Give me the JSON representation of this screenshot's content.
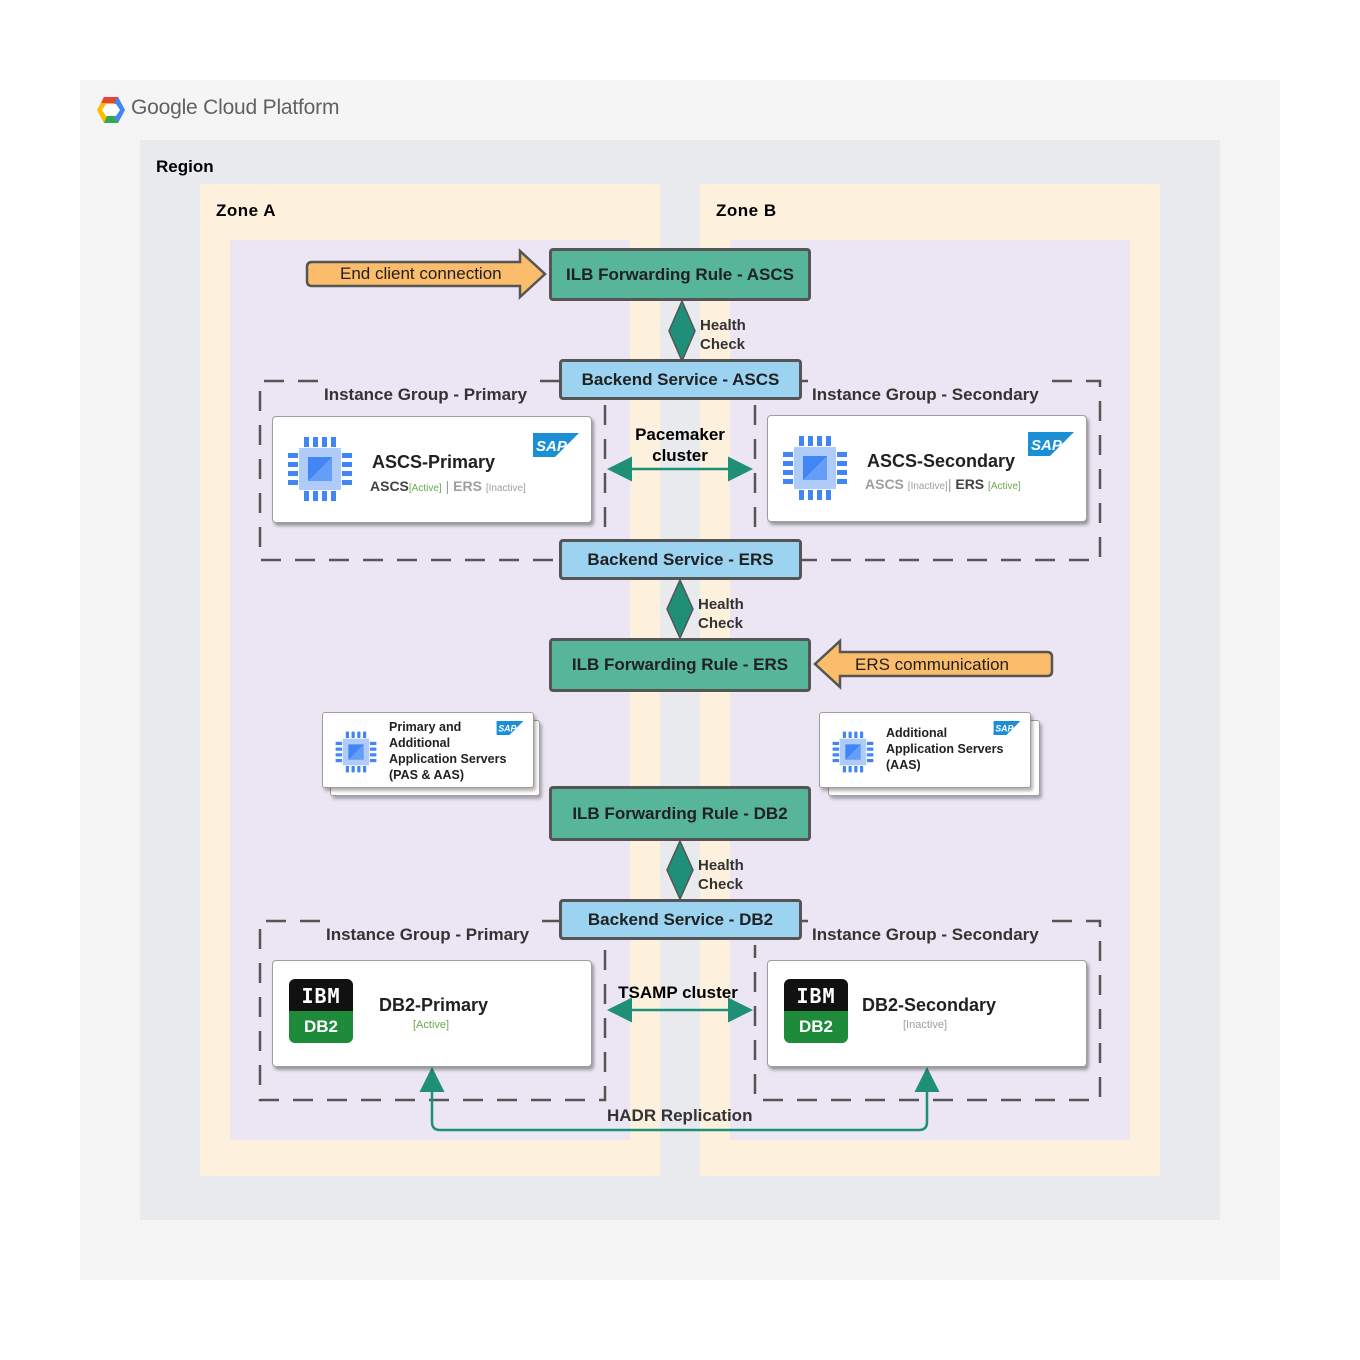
{
  "header": {
    "title": "Google Cloud Platform"
  },
  "region_label": "Region",
  "zones": {
    "a": "Zone  A",
    "b": "Zone  B"
  },
  "ascs": {
    "client_arrow": "End client connection",
    "ilb": "ILB Forwarding Rule - ASCS",
    "health_check": [
      "Health",
      "Check"
    ],
    "backend": "Backend Service - ASCS",
    "ig_primary": "Instance Group - Primary",
    "ig_secondary": "Instance Group - Secondary",
    "cluster_label": [
      "Pacemaker",
      "cluster"
    ],
    "primary": {
      "name": "ASCS-Primary",
      "part1": "ASCS",
      "tag1": "[Active]",
      "sep": " | ",
      "part2": "ERS ",
      "tag2": "[Inactive]"
    },
    "secondary": {
      "name": "ASCS-Secondary",
      "part1": "ASCS ",
      "tag1": "[Inactive]",
      "sep": "| ",
      "part2": "ERS ",
      "tag2": "[Active]"
    }
  },
  "ers": {
    "backend": "Backend Service - ERS",
    "health_check": [
      "Health",
      "Check"
    ],
    "ilb": "ILB Forwarding Rule - ERS",
    "comm_arrow": "ERS communication"
  },
  "app_servers": {
    "primary": [
      "Primary and",
      "Additional",
      "Application Servers",
      "(PAS & AAS)"
    ],
    "additional": [
      "Additional",
      "Application Servers",
      "(AAS)"
    ]
  },
  "db2": {
    "ilb": "ILB Forwarding Rule - DB2",
    "health_check": [
      "Health",
      "Check"
    ],
    "backend": "Backend Service - DB2",
    "ig_primary": "Instance Group - Primary",
    "ig_secondary": "Instance Group - Secondary",
    "cluster_label": "TSAMP cluster",
    "primary": {
      "name": "DB2-Primary",
      "status": "[Active]"
    },
    "secondary": {
      "name": "DB2-Secondary",
      "status": "[Inactive]"
    },
    "replication": "HADR Replication",
    "logo_top": "IBM",
    "logo_bottom": "DB2"
  },
  "sap_logo": "SAP",
  "colors": {
    "ilb_green": "#57b59a",
    "backend_blue": "#9bd3f0",
    "arrow_orange": "#fbbd6b",
    "connector_teal": "#1f8f78",
    "active_green": "#6aa84f"
  }
}
